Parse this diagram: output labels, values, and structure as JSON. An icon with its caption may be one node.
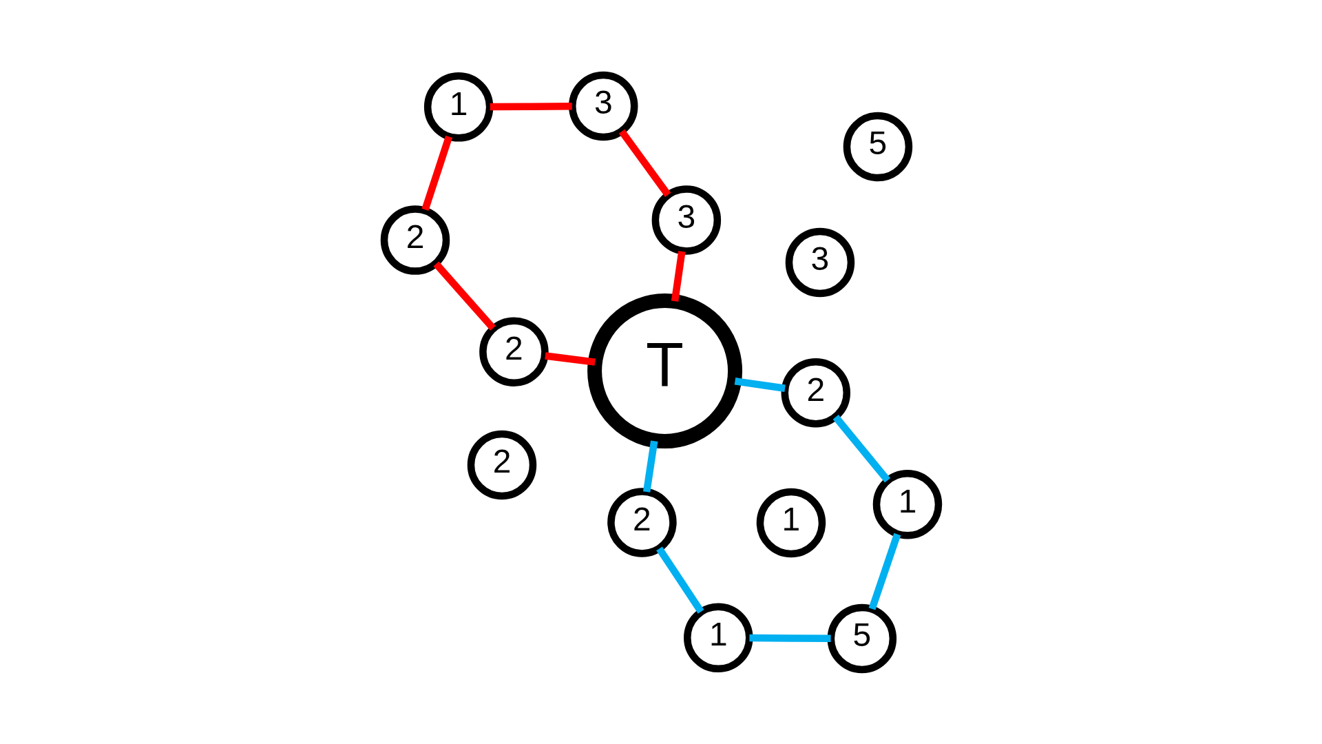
{
  "diagram": {
    "nodes": [
      {
        "text": [
          "1"
        ]
      },
      {
        "text": [
          "5"
        ]
      },
      {
        "text": [
          "3"
        ]
      },
      {
        "text": [
          "1"
        ]
      },
      {
        "text": [
          "2"
        ]
      },
      {
        "text": [
          "2"
        ]
      },
      {
        "text": [
          "1"
        ]
      },
      {
        "text": [
          "3"
        ]
      },
      {
        "text": [
          "T"
        ]
      },
      {
        "text": [
          "2"
        ]
      },
      {
        "text": [
          "2"
        ]
      },
      {
        "text": [
          "3"
        ]
      },
      {
        "text": [
          "5"
        ]
      },
      {
        "text": [
          "1"
        ]
      },
      {
        "text": [
          "2"
        ]
      }
    ],
    "edges": [
      {
        "from": 0,
        "to": 2,
        "arrow": "none",
        "color": "#ff0000"
      },
      {
        "from": 0,
        "to": 4,
        "arrow": "none",
        "color": "#ff0000"
      },
      {
        "from": 2,
        "to": 7,
        "arrow": "none",
        "color": "#ff0000"
      },
      {
        "from": 7,
        "to": 8,
        "arrow": "none",
        "color": "#ff0000"
      },
      {
        "from": 4,
        "to": 10,
        "arrow": "none",
        "color": "#ff0000"
      },
      {
        "from": 10,
        "to": 8,
        "arrow": "none",
        "color": "#ff0000"
      },
      {
        "from": 8,
        "to": 5,
        "arrow": "none",
        "color": "#00b0f0"
      },
      {
        "from": 5,
        "to": 3,
        "arrow": "none",
        "color": "#00b0f0"
      },
      {
        "from": 3,
        "to": 1,
        "arrow": "none",
        "color": "#00b0f0"
      },
      {
        "from": 1,
        "to": 6,
        "arrow": "none",
        "color": "#00b0f0"
      },
      {
        "from": 6,
        "to": 9,
        "arrow": "none",
        "color": "#00b0f0"
      },
      {
        "from": 9,
        "to": 8,
        "arrow": "none",
        "color": "#00b0f0"
      }
    ]
  }
}
